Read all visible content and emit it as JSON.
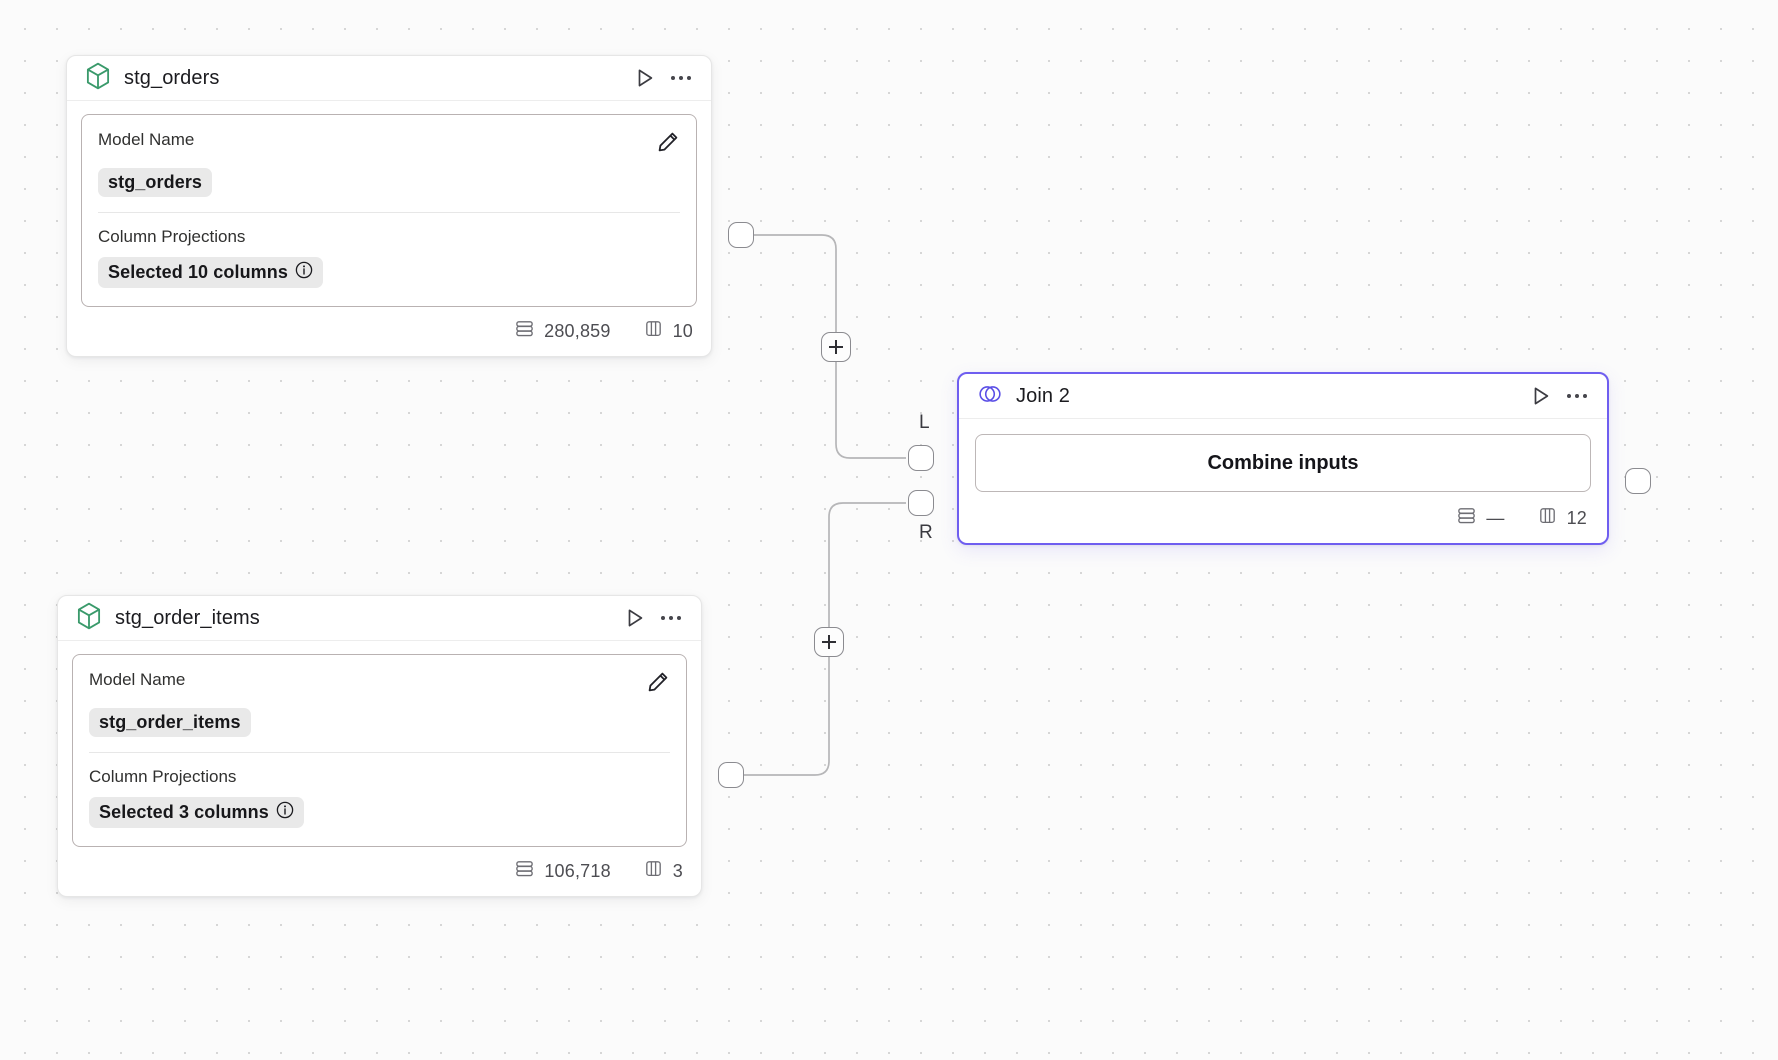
{
  "canvas": {
    "background_color": "#fbfbfb",
    "grid_dot_color": "#d6d6d6",
    "accent_color": "#6f5ef0",
    "model_icon_color": "#3a9a6b"
  },
  "nodes": [
    {
      "id": "stg_orders",
      "icon": "cube-icon",
      "title": "stg_orders",
      "run_label": "Run",
      "menu_label": "More options",
      "fields": {
        "model_name_label": "Model Name",
        "model_name_value": "stg_orders",
        "column_projections_label": "Column Projections",
        "column_projections_value": "Selected 10 columns"
      },
      "stats": {
        "rows": "280,859",
        "columns": "10"
      }
    },
    {
      "id": "stg_order_items",
      "icon": "cube-icon",
      "title": "stg_order_items",
      "run_label": "Run",
      "menu_label": "More options",
      "fields": {
        "model_name_label": "Model Name",
        "model_name_value": "stg_order_items",
        "column_projections_label": "Column Projections",
        "column_projections_value": "Selected 3 columns"
      },
      "stats": {
        "rows": "106,718",
        "columns": "3"
      }
    }
  ],
  "join_node": {
    "id": "join_2",
    "icon": "venn-icon",
    "title": "Join 2",
    "selected": true,
    "run_label": "Run",
    "menu_label": "More options",
    "combine_button_label": "Combine inputs",
    "stats": {
      "rows": "—",
      "columns": "12"
    },
    "input_ports": [
      {
        "label": "L",
        "name": "left"
      },
      {
        "label": "R",
        "name": "right"
      }
    ]
  },
  "edges": {
    "add_button_label": "+",
    "count": 2
  }
}
